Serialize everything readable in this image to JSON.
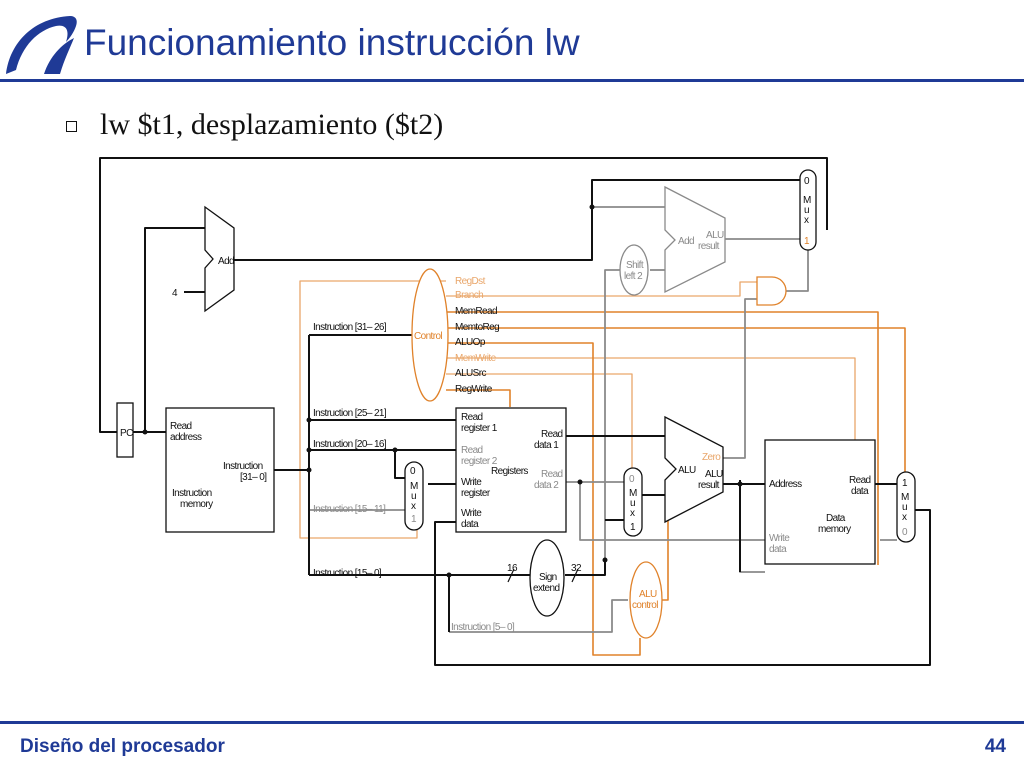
{
  "slide": {
    "title": "Funcionamiento instrucción lw",
    "bullet": "lw $t1, desplazamiento ($t2)",
    "footer_left": "Diseño del procesador",
    "page_number": "44"
  },
  "colors": {
    "theme": "#1f3a96",
    "active_path": "#111111",
    "inactive_path": "#8a8a8a",
    "control_signal": "#e0822a"
  },
  "diagram": {
    "pc": "PC",
    "add": "Add",
    "four": "4",
    "add_alu": "Add",
    "alu_result": [
      "ALU",
      "result"
    ],
    "shift": [
      "Shift",
      "left 2"
    ],
    "instr_mem": {
      "read_address": [
        "Read",
        "address"
      ],
      "instruction": [
        "Instruction",
        "[31– 0]"
      ],
      "name": [
        "Instruction",
        "memory"
      ]
    },
    "instr_fields": {
      "f31_26": "Instruction [31– 26]",
      "f25_21": "Instruction [25– 21]",
      "f20_16": "Instruction [20– 16]",
      "f15_11": "Instruction [15– 11]",
      "f15_0": "Instruction [15– 0]",
      "f5_0": "Instruction [5– 0]"
    },
    "control": "Control",
    "signals": [
      "RegDst",
      "Branch",
      "MemRead",
      "MemtoReg",
      "ALUOp",
      "MemWrite",
      "ALUSrc",
      "RegWrite"
    ],
    "registers": {
      "read_reg1": [
        "Read",
        "register 1"
      ],
      "read_reg2": [
        "Read",
        "register 2"
      ],
      "write_reg": [
        "Write",
        "register"
      ],
      "write_data": [
        "Write",
        "data"
      ],
      "read_data1": [
        "Read",
        "data 1"
      ],
      "read_data2": [
        "Read",
        "data 2"
      ],
      "name": "Registers"
    },
    "sign_extend": [
      "Sign",
      "extend"
    ],
    "bits_16": "16",
    "bits_32": "32",
    "alu": "ALU",
    "zero": "Zero",
    "alu_main_result": [
      "ALU",
      "result"
    ],
    "alu_control": [
      "ALU",
      "control"
    ],
    "data_mem": {
      "address": "Address",
      "read_data": [
        "Read",
        "data"
      ],
      "write_data": [
        "Write",
        "data"
      ],
      "name": [
        "Data",
        "memory"
      ]
    },
    "mux_top": [
      "0",
      "M",
      "u",
      "x",
      "1"
    ],
    "mux_regdst": [
      "0",
      "M",
      "u",
      "x",
      "1"
    ],
    "mux_alusrc": [
      "0",
      "M",
      "u",
      "x",
      "1"
    ],
    "mux_memtoreg": [
      "1",
      "M",
      "u",
      "x",
      "0"
    ]
  }
}
